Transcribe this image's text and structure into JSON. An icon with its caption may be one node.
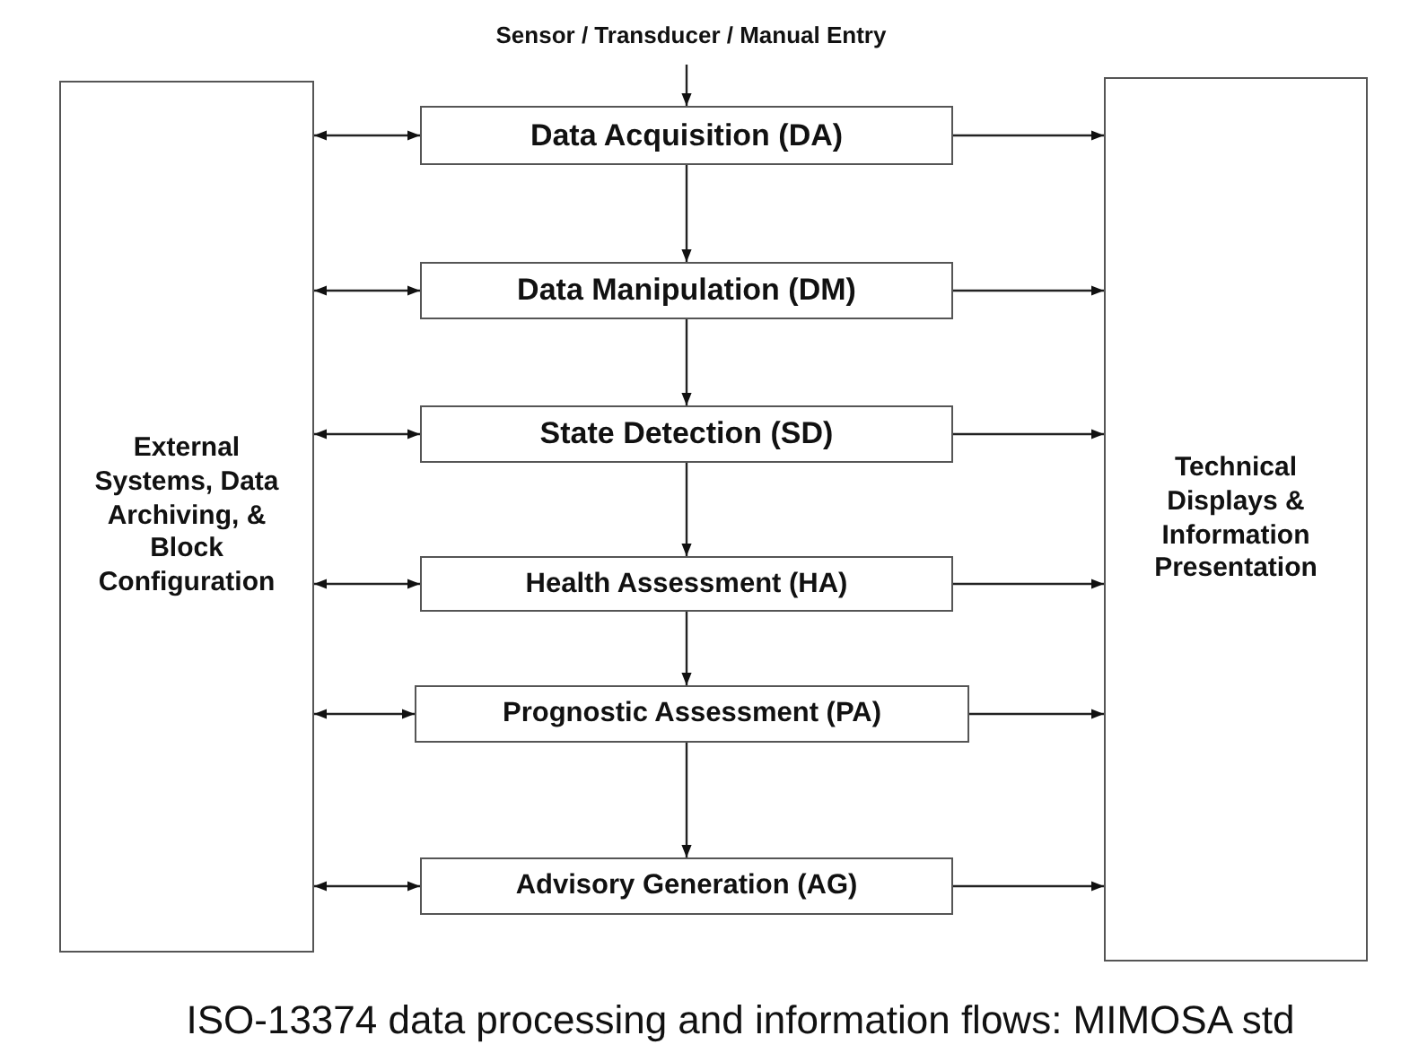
{
  "diagram": {
    "caption": "ISO-13374 data processing and information flows: MIMOSA std",
    "nodes": [
      {
        "text": [
          "Sensor / Transducer / Manual Entry"
        ]
      },
      {
        "text": [
          "External Systems, Data Archiving, & Block Configuration"
        ]
      },
      {
        "text": [
          "Technical Displays & Information Presentation"
        ]
      },
      {
        "text": [
          "Data Acquisition (DA)"
        ]
      },
      {
        "text": [
          "Data Manipulation (DM)"
        ]
      },
      {
        "text": [
          "State Detection (SD)"
        ]
      },
      {
        "text": [
          "Health Assessment (HA)"
        ]
      },
      {
        "text": [
          "Prognostic Assessment (PA)"
        ]
      },
      {
        "text": [
          "Advisory Generation (AG)"
        ]
      }
    ],
    "edges": [
      {
        "from": 0,
        "to": 3,
        "arrow": "to"
      },
      {
        "from": 1,
        "to": 3,
        "arrow": "both"
      },
      {
        "from": 3,
        "to": 2,
        "arrow": "to"
      },
      {
        "from": 3,
        "to": 4,
        "arrow": "to"
      },
      {
        "from": 1,
        "to": 4,
        "arrow": "both"
      },
      {
        "from": 4,
        "to": 2,
        "arrow": "to"
      },
      {
        "from": 4,
        "to": 5,
        "arrow": "to"
      },
      {
        "from": 1,
        "to": 5,
        "arrow": "both"
      },
      {
        "from": 5,
        "to": 2,
        "arrow": "to"
      },
      {
        "from": 5,
        "to": 6,
        "arrow": "to"
      },
      {
        "from": 1,
        "to": 6,
        "arrow": "both"
      },
      {
        "from": 6,
        "to": 2,
        "arrow": "to"
      },
      {
        "from": 6,
        "to": 7,
        "arrow": "to"
      },
      {
        "from": 1,
        "to": 7,
        "arrow": "both"
      },
      {
        "from": 7,
        "to": 2,
        "arrow": "to"
      },
      {
        "from": 7,
        "to": 8,
        "arrow": "to"
      },
      {
        "from": 1,
        "to": 8,
        "arrow": "both"
      },
      {
        "from": 8,
        "to": 2,
        "arrow": "to"
      }
    ]
  }
}
